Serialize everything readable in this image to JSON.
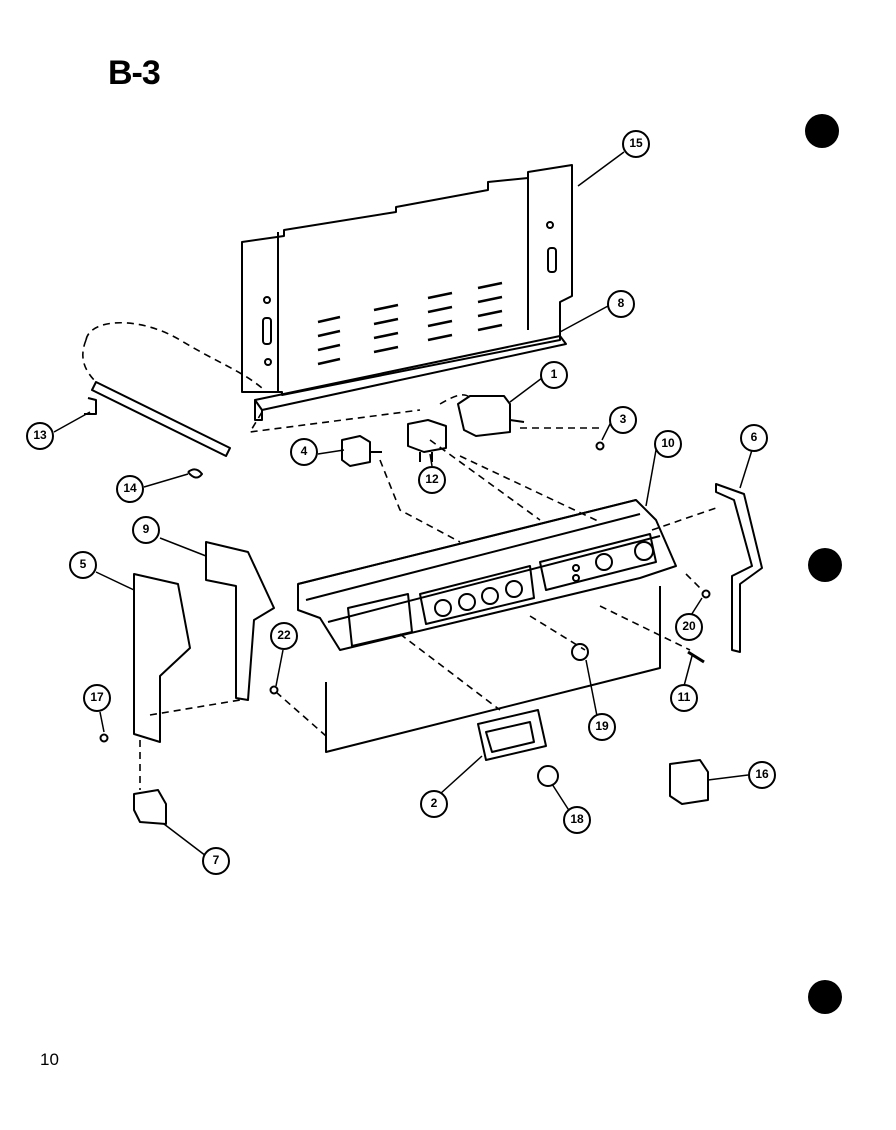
{
  "title": "B-3",
  "page_number": "10",
  "callouts": {
    "c15": "15",
    "c8a": "8",
    "c1": "1",
    "c3": "3",
    "c13": "13",
    "c4": "4",
    "c12": "12",
    "c10": "10",
    "c6": "6",
    "c14": "14",
    "c9": "9",
    "c5": "5",
    "c22": "22",
    "c20": "20",
    "c17": "17",
    "c11": "11",
    "c19": "19",
    "c2": "2",
    "c18": "18",
    "c16": "16",
    "c7": "7"
  }
}
